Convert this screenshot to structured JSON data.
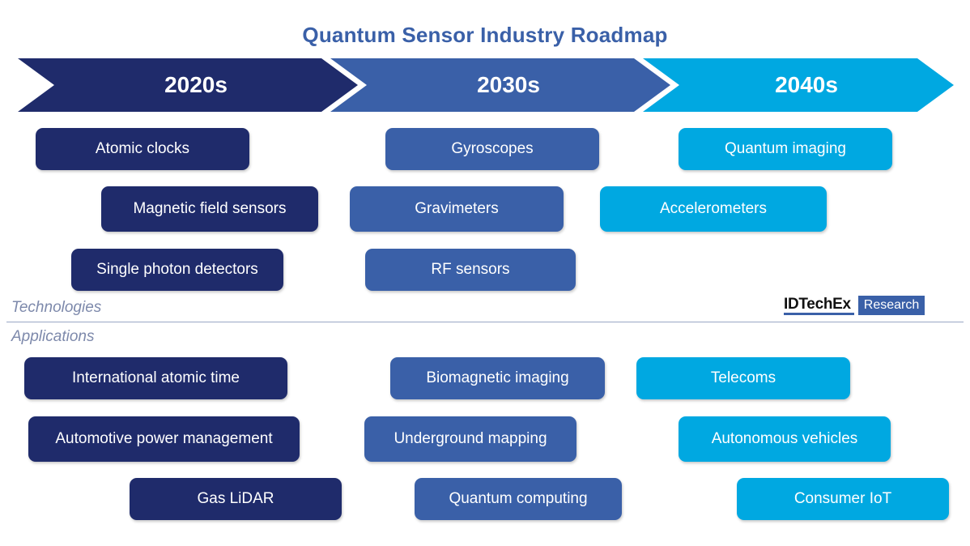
{
  "title": "Quantum Sensor Industry Roadmap",
  "colors": {
    "era_2020s": "#1F2B6B",
    "era_2030s": "#3A60A8",
    "era_2040s": "#00A8E1",
    "title": "#3A60A8",
    "section_label": "#7d89ab",
    "divider": "#9aa6c4"
  },
  "timeline": {
    "eras": [
      {
        "label": "2020s"
      },
      {
        "label": "2030s"
      },
      {
        "label": "2040s"
      }
    ]
  },
  "sections": {
    "technologies": {
      "label": "Technologies",
      "columns": [
        {
          "era": "2020s",
          "items": [
            "Atomic clocks",
            "Magnetic field sensors",
            "Single photon detectors"
          ]
        },
        {
          "era": "2030s",
          "items": [
            "Gyroscopes",
            "Gravimeters",
            "RF sensors"
          ]
        },
        {
          "era": "2040s",
          "items": [
            "Quantum imaging",
            "Accelerometers"
          ]
        }
      ]
    },
    "applications": {
      "label": "Applications",
      "columns": [
        {
          "era": "2020s",
          "items": [
            "International atomic time",
            "Automotive power management",
            "Gas LiDAR"
          ]
        },
        {
          "era": "2030s",
          "items": [
            "Biomagnetic imaging",
            "Underground mapping",
            "Quantum computing"
          ]
        },
        {
          "era": "2040s",
          "items": [
            "Telecoms",
            "Autonomous vehicles",
            "Consumer IoT"
          ]
        }
      ]
    }
  },
  "logo": {
    "word": "IDTechEx",
    "badge": "Research"
  }
}
